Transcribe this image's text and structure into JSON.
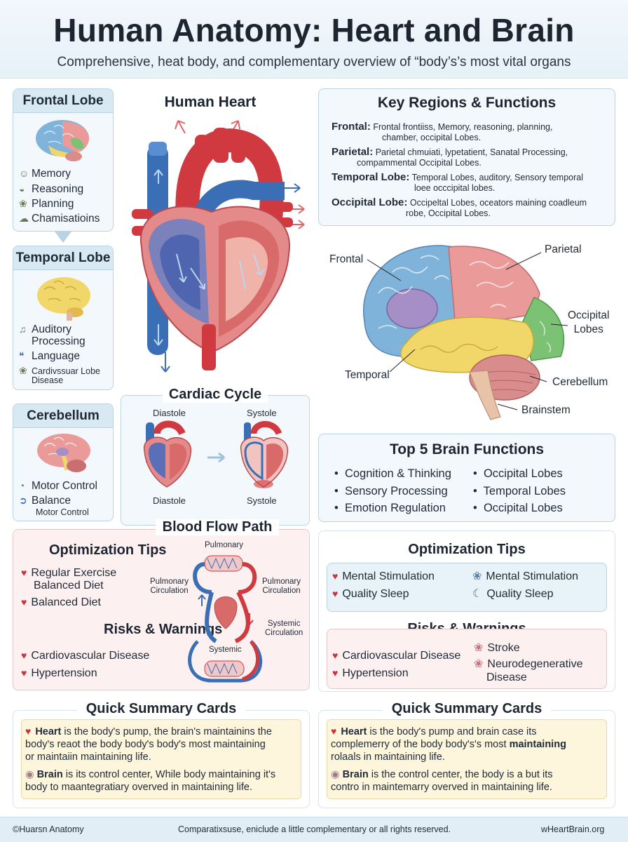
{
  "header": {
    "title": "Human Anatomy: Heart and Brain",
    "subtitle": "Comprehensive, heat body, and complementary overview of “body’s’s most vital organs"
  },
  "lobes": [
    {
      "title": "Frontal Lobe",
      "items": [
        "Memory",
        "Reasoning",
        "Planning",
        "Chamisatioins"
      ]
    },
    {
      "title": "Temporal Lobe",
      "items": [
        "Auditory",
        "Processing",
        "Language",
        "Cardivssuar Lobe",
        "Disease"
      ]
    },
    {
      "title": "Cerebellum",
      "items": [
        "Motor Control",
        "Balance",
        "Motor Control"
      ]
    }
  ],
  "heart": {
    "title": "Human Heart"
  },
  "cardiac_cycle": {
    "title": "Cardiac Cycle",
    "diastole_top": "Diastole",
    "systole_top": "Systole",
    "diastole_bottom": "Diastole",
    "systole_bottom": "Systole"
  },
  "blood_flow": {
    "title": "Blood Flow Path",
    "pulmonary": "Pulmonary",
    "pulmonary_circ_left_1": "Pulmonary",
    "pulmonary_circ_left_2": "Circulation",
    "pulmonary_circ_right_1": "Pulmonary",
    "pulmonary_circ_right_2": "Circulation",
    "systemic_circ_1": "Systemic",
    "systemic_circ_2": "Circulation",
    "systemic": "Systemic"
  },
  "left_tips": {
    "title": "Optimization Tips",
    "items": [
      "Regular Exercise",
      "Balanced Diet",
      "Balanced Diet"
    ],
    "risks_title": "Risks & Warnings",
    "risks": [
      "Cardiovascular Disease",
      "Hypertension"
    ]
  },
  "key_regions": {
    "title": "Key Regions & Functions",
    "rows": [
      {
        "name": "Frontal:",
        "text1": "Frontal frontiiss, Memory, reasoning, planning,",
        "text2": "chamber, occipital Lobes."
      },
      {
        "name": "Parietal:",
        "text1": "Parietal chmuiati, lypetatient, Sanatal Processing,",
        "text2": "compammental Occipital Lobes."
      },
      {
        "name": "Temporal  Lobe:",
        "text1": "Temporal Lobes, auditory, Sensory temporal",
        "text2": "loee occcipital lobes."
      },
      {
        "name": "Occipital Lobe:",
        "text1": "Occipeltal Lobes, oceators maining coadleum",
        "text2": "robe, Occipital Lobes."
      }
    ]
  },
  "brain_labels": {
    "frontal": "Frontal",
    "parietal": "Parietal",
    "occipital_1": "Occipital",
    "occipital_2": "Lobes",
    "temporal": "Temporal",
    "cerebellum": "Cerebellum",
    "brainstem": "Brainstem"
  },
  "top5": {
    "title": "Top 5 Brain Functions",
    "left": [
      "Cognition & Thinking",
      "Sensory Processing",
      "Emotion Regulation"
    ],
    "right": [
      "Occipital Lobes",
      "Temporal Lobes",
      "Occipital Lobes"
    ]
  },
  "right_tips": {
    "title": "Optimization Tips",
    "left": [
      "Mental Stimulation",
      "Quality Sleep"
    ],
    "right": [
      "Mental Stimulation",
      "Quality Sleep"
    ],
    "risks_title": "Risks & Warnings",
    "risks_left": [
      "Cardiovascular Disease",
      "Hypertension"
    ],
    "risks_right": [
      "Stroke",
      "Neurodegenerative",
      "Disease"
    ]
  },
  "summary_left": {
    "title": "Quick Summary Cards",
    "heart_bold": "Heart",
    "heart_text_1": " is the body's pump, the brain's maintainins the",
    "heart_text_2": "body's reaot the body body's body's most maintaining",
    "heart_text_3": "or maintaiin maintaining life.",
    "brain_bold": "Brain",
    "brain_text_1": " is its control center, While body maintaining it's",
    "brain_text_2": "body to maantegratiary overved in maintaining life."
  },
  "summary_right": {
    "title": "Quick Summary Cards",
    "heart_bold": "Heart",
    "heart_text_1": " is the body's pump and brain case its",
    "heart_text_2_pre": "complemerry of the body body's's most ",
    "heart_text_2_bold": "maintaining",
    "heart_text_3": "rolaals in maintaining life.",
    "brain_bold": "Brain",
    "brain_text_1": " is the control center, the body is a but its",
    "brain_text_2": "contro in maintemarry overved in maintaining life."
  },
  "footer": {
    "left": "©Huarsn Anatomy",
    "center": "Comparatixsuse, eniclude a little complementary or all rights reserved.",
    "right": "wHeartBrain.org"
  },
  "colors": {
    "artery_red": "#d0393f",
    "vein_blue": "#3a6fb5",
    "frontal_blue": "#7fb3da",
    "parietal_pink": "#eb9a9a",
    "occipital_green": "#7cc275",
    "temporal_yellow": "#f1d66a",
    "limbic_purple": "#a68ec7",
    "cerebellum_rose": "#d98c8c",
    "panel_blue": "#f3f8fc",
    "panel_pink": "#fdf0f0",
    "panel_yellow": "#fdf6dc"
  }
}
